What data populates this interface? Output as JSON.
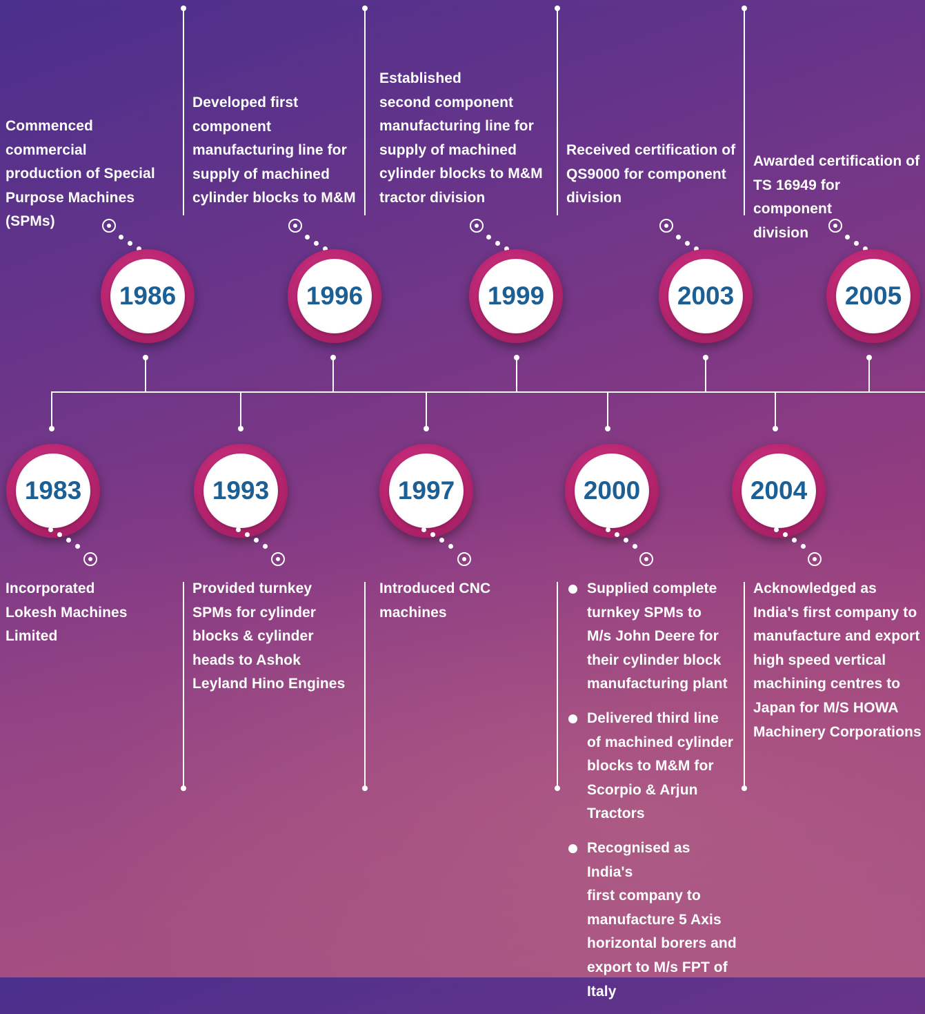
{
  "timeline": {
    "top": [
      {
        "year": "1986",
        "text": "Commenced commercial\nproduction of Special\nPurpose Machines\n(SPMs)"
      },
      {
        "year": "1996",
        "text": "Developed first\ncomponent\nmanufacturing line for\nsupply of machined\ncylinder blocks to M&M"
      },
      {
        "year": "1999",
        "text": "Established\nsecond component\nmanufacturing line for\nsupply of machined\ncylinder blocks to M&M\ntractor division"
      },
      {
        "year": "2003",
        "text": "Received certification of\nQS9000 for component\ndivision"
      },
      {
        "year": "2005",
        "text": "Awarded certification of\nTS 16949 for component\ndivision"
      }
    ],
    "bottom": [
      {
        "year": "1983",
        "text": "Incorporated\nLokesh Machines\nLimited"
      },
      {
        "year": "1993",
        "text": "Provided turnkey\nSPMs for cylinder\nblocks & cylinder\nheads to Ashok\nLeyland Hino Engines"
      },
      {
        "year": "1997",
        "text": "Introduced CNC\nmachines"
      },
      {
        "year": "2000",
        "bullets": [
          "Supplied complete\nturnkey SPMs to\nM/s John Deere for\ntheir cylinder block\nmanufacturing plant",
          "Delivered third line\nof machined cylinder\nblocks to M&M for\nScorpio & Arjun\nTractors",
          "Recognised as India's\nfirst company to\nmanufacture 5 Axis\nhorizontal borers and\nexport to M/s FPT of\nItaly"
        ]
      },
      {
        "year": "2004",
        "text": "Acknowledged as\nIndia's first company to\nmanufacture and export\nhigh speed vertical\nmachining centres to\nJapan for M/S HOWA\nMachinery Corporations"
      }
    ]
  },
  "colors": {
    "year_text": "#1b5f95",
    "circle_ring": "#b8246f",
    "line": "#ffffff",
    "background_start": "#4a2f8c",
    "background_end": "#a14a7e"
  }
}
